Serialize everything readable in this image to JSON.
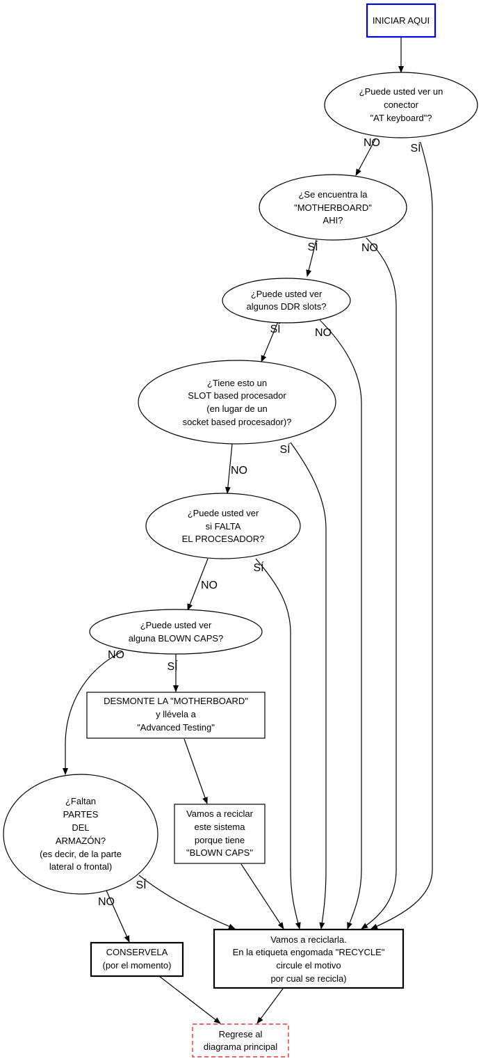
{
  "diagram": {
    "colors": {
      "start_border": "#0000dd",
      "return_border": "#ee3333",
      "line": "#000000"
    },
    "nodes": {
      "start": {
        "lines": [
          "INICIAR AQUI"
        ]
      },
      "q_at_keyboard": {
        "lines": [
          "¿Puede usted ver un",
          "conector",
          "\"AT keyboard\"?"
        ]
      },
      "q_motherboard": {
        "lines": [
          "¿Se encuentra la",
          "\"MOTHERBOARD\"",
          "AHI?"
        ]
      },
      "q_ddr": {
        "lines": [
          "¿Puede usted ver",
          "algunos DDR slots?"
        ]
      },
      "q_slot": {
        "lines": [
          "¿Tiene esto un",
          "SLOT based procesador",
          "(en lugar de un",
          "socket based procesador)?"
        ]
      },
      "q_falta_proc": {
        "lines": [
          "¿Puede usted ver",
          "si FALTA",
          "EL PROCESADOR?"
        ]
      },
      "q_blown_caps": {
        "lines": [
          "¿Puede usted ver",
          "alguna BLOWN CAPS?"
        ]
      },
      "desmonte": {
        "lines": [
          "DESMONTE LA \"MOTHERBOARD\"",
          "y llévela a",
          "\"Advanced Testing\""
        ]
      },
      "q_armazon": {
        "lines": [
          "¿Faltan",
          "PARTES",
          "DEL",
          "ARMAZÓN?",
          "(es decir, de la parte",
          "lateral o frontal)"
        ]
      },
      "reciclar_caps": {
        "lines": [
          "Vamos a reciclar",
          "este sistema",
          "porque tiene",
          "\"BLOWN CAPS\""
        ]
      },
      "conservela": {
        "lines": [
          "CONSERVELA",
          "(por el momento)"
        ]
      },
      "reciclarla": {
        "lines": [
          "Vamos a reciclarla.",
          "En la etiqueta engomada \"RECYCLE\"",
          "circule el motivo",
          "por cual se recicla)"
        ]
      },
      "regrese": {
        "lines": [
          "Regrese al",
          "diagrama principal"
        ]
      }
    },
    "edge_labels": {
      "at_no": "NO",
      "at_si": "SÍ",
      "mb_si": "SÍ",
      "mb_no": "NO",
      "ddr_si": "SÍ",
      "ddr_no": "NO",
      "slot_no": "NO",
      "slot_si": "SÍ",
      "proc_no": "NO",
      "proc_si": "SÍ",
      "caps_no": "NO",
      "caps_si": "SÍ",
      "arm_si": "SÍ",
      "arm_no": "NO"
    }
  }
}
